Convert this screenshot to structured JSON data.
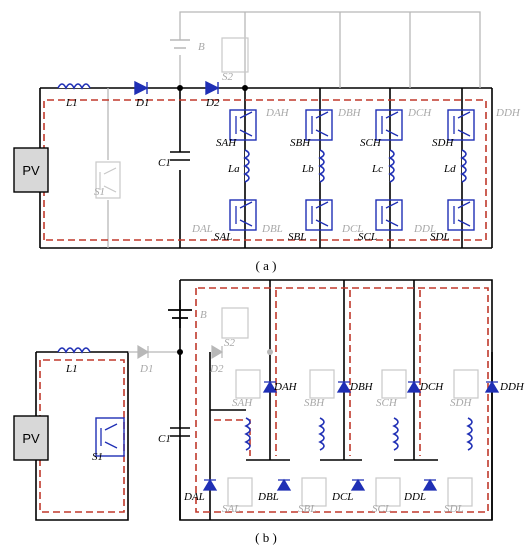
{
  "panel_a": {
    "caption": "( a )",
    "pv_label": "PV",
    "labels": {
      "L1": "L1",
      "D1": "D1",
      "D2": "D2",
      "C1": "C1",
      "S1": "S1",
      "S2": "S2",
      "B": "B",
      "SAH": "SAH",
      "SBH": "SBH",
      "SCH": "SCH",
      "SDH": "SDH",
      "SAL": "SAL",
      "SBL": "SBL",
      "SCL": "SCL",
      "SDL": "SDL",
      "La": "La",
      "Lb": "Lb",
      "Lc": "Lc",
      "Ld": "Ld",
      "DAH": "DAH",
      "DBH": "DBH",
      "DCH": "DCH",
      "DDH": "DDH",
      "DAL": "DAL",
      "DBL": "DBL",
      "DCL": "DCL",
      "DDL": "DDL"
    }
  },
  "panel_b": {
    "caption": "( b )",
    "pv_label": "PV",
    "labels": {
      "L1": "L1",
      "D1": "D1",
      "D2": "D2",
      "C1": "C1",
      "S1": "S1",
      "S2": "S2",
      "B": "B",
      "SAH": "SAH",
      "SBH": "SBH",
      "SCH": "SCH",
      "SDH": "SDH",
      "SAL": "SAL",
      "SBL": "SBL",
      "SCL": "SCL",
      "SDL": "SDL",
      "DAH": "DAH",
      "DBH": "DBH",
      "DCH": "DCH",
      "DDH": "DDH",
      "DAL": "DAL",
      "DBL": "DBL",
      "DCL": "DCL",
      "DDL": "DDL"
    }
  },
  "colors": {
    "wire": "#000000",
    "inactive": "#b8b8b8",
    "active_device": "#1f2fb5",
    "current_path": "#c0392b",
    "pv_fill": "#d8d8d8"
  }
}
